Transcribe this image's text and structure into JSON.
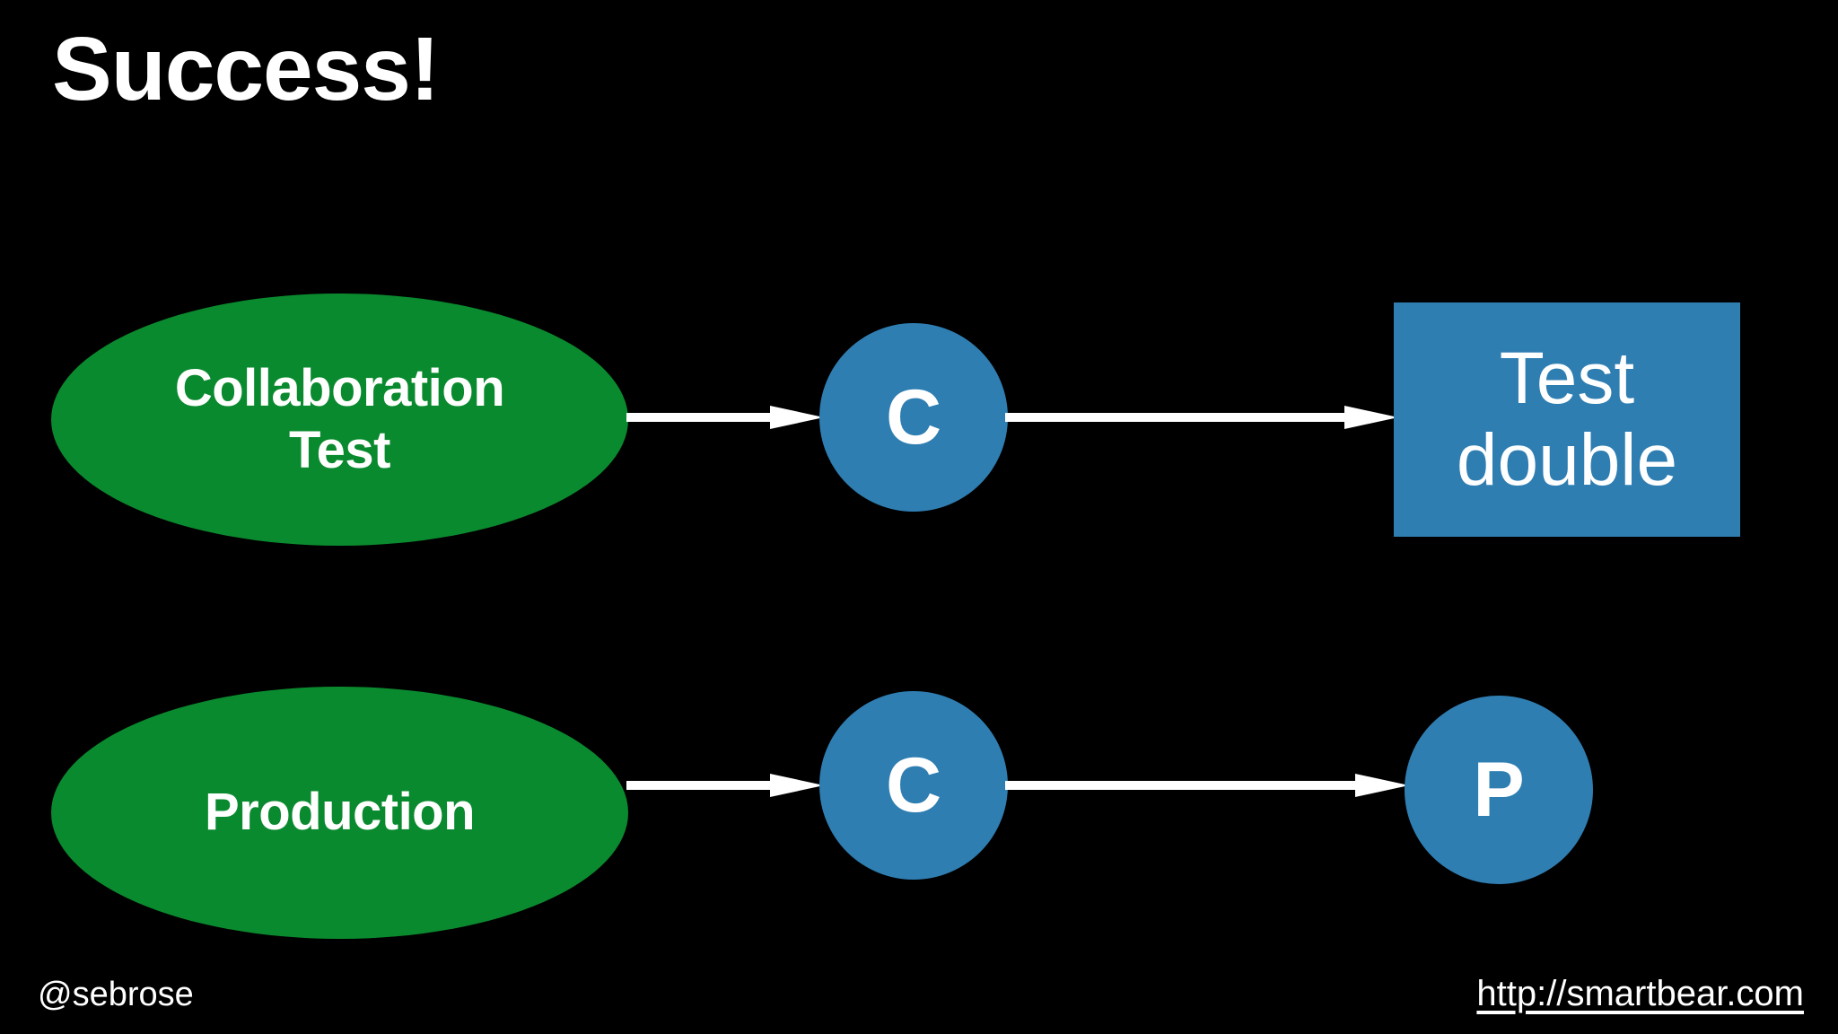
{
  "slide": {
    "title": "Success!",
    "background_color": "#000000",
    "text_color": "#ffffff"
  },
  "palette": {
    "green": "#0a8a2e",
    "blue": "#2f7eb2",
    "white": "#ffffff",
    "black": "#000000"
  },
  "diagram": {
    "rows": [
      {
        "name": "collaboration-test-row",
        "source": {
          "label": "Collaboration\nTest",
          "line1": "Collaboration",
          "line2": "Test",
          "shape": "ellipse",
          "color": "#0a8a2e"
        },
        "middle": {
          "label": "C",
          "shape": "circle",
          "color": "#2f7eb2"
        },
        "target": {
          "label": "Test\ndouble",
          "line1": "Test",
          "line2": "double",
          "shape": "rectangle",
          "color": "#2f7eb2"
        },
        "arrows": [
          {
            "name": "arrow-collab-to-c",
            "from": "Collaboration Test",
            "to": "C",
            "direction": "right",
            "color": "#ffffff"
          },
          {
            "name": "arrow-c-to-testdouble",
            "from": "C",
            "to": "Test double",
            "direction": "right",
            "color": "#ffffff"
          }
        ]
      },
      {
        "name": "production-row",
        "source": {
          "label": "Production",
          "line1": "Production",
          "line2": "",
          "shape": "ellipse",
          "color": "#0a8a2e"
        },
        "middle": {
          "label": "C",
          "shape": "circle",
          "color": "#2f7eb2"
        },
        "target": {
          "label": "P",
          "shape": "circle",
          "color": "#2f7eb2"
        },
        "arrows": [
          {
            "name": "arrow-prod-to-c",
            "from": "Production",
            "to": "C",
            "direction": "right",
            "color": "#ffffff"
          },
          {
            "name": "arrow-c-to-p",
            "from": "C",
            "to": "P",
            "direction": "right",
            "color": "#ffffff"
          }
        ]
      }
    ]
  },
  "footer": {
    "handle": "@sebrose",
    "url": "http://smartbear.com"
  }
}
